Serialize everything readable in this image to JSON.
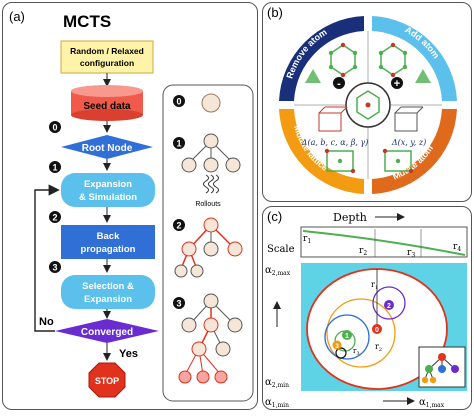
{
  "panel_a": {
    "label": "(a)",
    "title": "MCTS",
    "start_line1": "Random / Relaxed",
    "start_line2": "configuration",
    "seed": "Seed data",
    "step0": "0",
    "root": "Root Node",
    "step1": "1",
    "expansion_line1": "Expansion",
    "expansion_line2": "& Simulation",
    "step2": "2",
    "back_line1": "Back",
    "back_line2": "propagation",
    "step3": "3",
    "selection_line1": "Selection &",
    "selection_line2": "Expansion",
    "converged": "Converged",
    "no": "No",
    "yes": "Yes",
    "stop": "STOP",
    "rollouts": "Rollouts",
    "tree_steps": [
      "0",
      "1",
      "2",
      "3"
    ]
  },
  "panel_b": {
    "label": "(b)",
    "remove_atom": "Remove atom",
    "add_atom": "Add atom",
    "mutate_lattice": "Mutate lattice",
    "mutate_atom": "Mutate atom",
    "minus": "-",
    "plus": "+",
    "lattice_formula": "Δ(a, b, c, α, β, γ)",
    "atom_formula": "Δ(x, y, z)"
  },
  "panel_c": {
    "label": "(c)",
    "depth": "Depth",
    "scale": "Scale",
    "r1": "r",
    "r1_sub": "1",
    "r2_sub": "2",
    "r3_sub": "3",
    "r4_sub": "4",
    "alpha2max": "α",
    "alpha2max_sub": "2,max",
    "alpha2min_sub": "2,min",
    "alpha1min_sub": "1,min",
    "alpha1max_sub": "1,max",
    "node_labels": [
      "0",
      "1",
      "2",
      "3"
    ]
  },
  "colors": {
    "blue": "#2f6fd6",
    "light_blue": "#5bc0eb",
    "purple": "#6a2bd1",
    "red": "#e0321c",
    "seed_red": "#f05a4a",
    "yellow": "#fff3a8",
    "cyan_bg": "#5fd3e6",
    "orange": "#f39c12",
    "green": "#4caf50",
    "navy": "#1a2f7a"
  }
}
